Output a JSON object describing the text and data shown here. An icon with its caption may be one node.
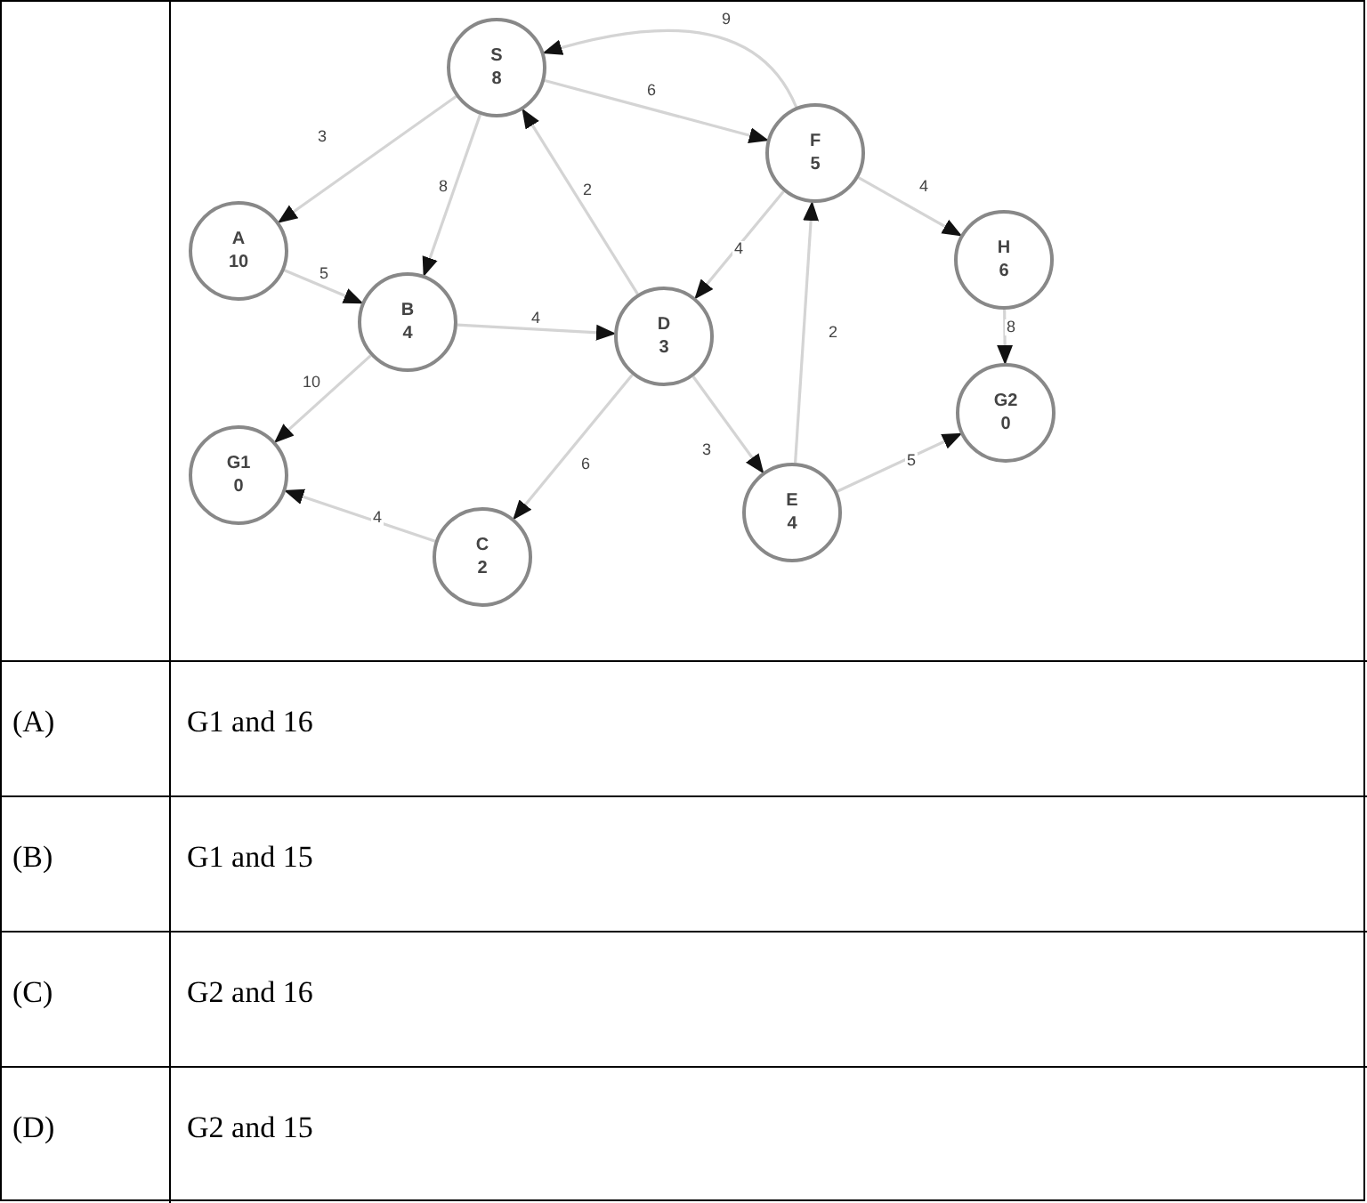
{
  "diagram": {
    "nodes": [
      {
        "text": [
          "S",
          "8"
        ]
      },
      {
        "text": [
          "A",
          "10"
        ]
      },
      {
        "text": [
          "B",
          "4"
        ]
      },
      {
        "text": [
          "D",
          "3"
        ]
      },
      {
        "text": [
          "F",
          "5"
        ]
      },
      {
        "text": [
          "H",
          "6"
        ]
      },
      {
        "text": [
          "G2",
          "0"
        ]
      },
      {
        "text": [
          "G1",
          "0"
        ]
      },
      {
        "text": [
          "C",
          "2"
        ]
      },
      {
        "text": [
          "E",
          "4"
        ]
      }
    ],
    "edges": [
      {
        "from": 0,
        "to": 1,
        "arrow": "to",
        "label": "3"
      },
      {
        "from": 0,
        "to": 2,
        "arrow": "to",
        "label": "8"
      },
      {
        "from": 0,
        "to": 4,
        "arrow": "to",
        "label": "6"
      },
      {
        "from": 4,
        "to": 0,
        "arrow": "to",
        "label": "9"
      },
      {
        "from": 3,
        "to": 0,
        "arrow": "to",
        "label": "2"
      },
      {
        "from": 1,
        "to": 2,
        "arrow": "to",
        "label": "5"
      },
      {
        "from": 2,
        "to": 3,
        "arrow": "to",
        "label": "4"
      },
      {
        "from": 2,
        "to": 7,
        "arrow": "to",
        "label": "10"
      },
      {
        "from": 4,
        "to": 3,
        "arrow": "to",
        "label": "4"
      },
      {
        "from": 4,
        "to": 5,
        "arrow": "to",
        "label": "4"
      },
      {
        "from": 5,
        "to": 6,
        "arrow": "to",
        "label": "8"
      },
      {
        "from": 3,
        "to": 8,
        "arrow": "to",
        "label": "6"
      },
      {
        "from": 3,
        "to": 9,
        "arrow": "to",
        "label": "3"
      },
      {
        "from": 9,
        "to": 4,
        "arrow": "to",
        "label": "2"
      },
      {
        "from": 9,
        "to": 6,
        "arrow": "to",
        "label": "5"
      },
      {
        "from": 8,
        "to": 7,
        "arrow": "to",
        "label": "4"
      }
    ],
    "labels": [
      "(A)",
      "G1 and 16",
      "(B)",
      "G1 and 15",
      "(C)",
      "G2 and 16",
      "(D)",
      "G2 and 15"
    ]
  }
}
